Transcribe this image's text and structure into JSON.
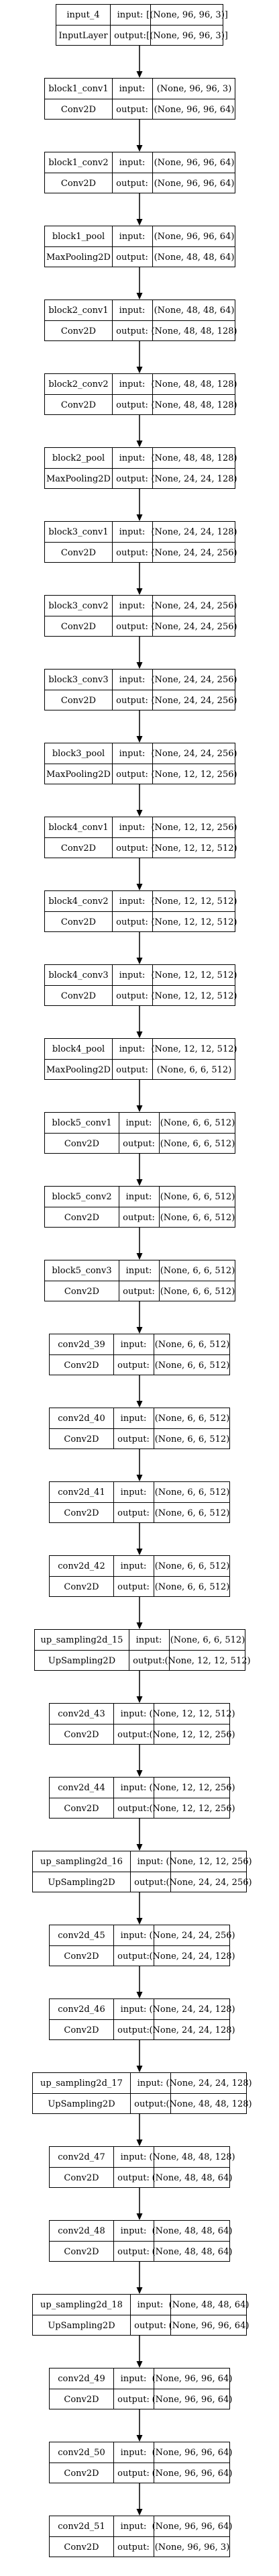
{
  "diagram": {
    "labels": {
      "input": "input:",
      "output": "output:"
    },
    "layers": [
      {
        "name": "input_4",
        "type": "InputLayer",
        "input": "[(None, 96, 96, 3)]",
        "output": "[(None, 96, 96, 3)]"
      },
      {
        "name": "block1_conv1",
        "type": "Conv2D",
        "input": "(None, 96, 96, 3)",
        "output": "(None, 96, 96, 64)"
      },
      {
        "name": "block1_conv2",
        "type": "Conv2D",
        "input": "(None, 96, 96, 64)",
        "output": "(None, 96, 96, 64)"
      },
      {
        "name": "block1_pool",
        "type": "MaxPooling2D",
        "input": "(None, 96, 96, 64)",
        "output": "(None, 48, 48, 64)"
      },
      {
        "name": "block2_conv1",
        "type": "Conv2D",
        "input": "(None, 48, 48, 64)",
        "output": "(None, 48, 48, 128)"
      },
      {
        "name": "block2_conv2",
        "type": "Conv2D",
        "input": "(None, 48, 48, 128)",
        "output": "(None, 48, 48, 128)"
      },
      {
        "name": "block2_pool",
        "type": "MaxPooling2D",
        "input": "(None, 48, 48, 128)",
        "output": "(None, 24, 24, 128)"
      },
      {
        "name": "block3_conv1",
        "type": "Conv2D",
        "input": "(None, 24, 24, 128)",
        "output": "(None, 24, 24, 256)"
      },
      {
        "name": "block3_conv2",
        "type": "Conv2D",
        "input": "(None, 24, 24, 256)",
        "output": "(None, 24, 24, 256)"
      },
      {
        "name": "block3_conv3",
        "type": "Conv2D",
        "input": "(None, 24, 24, 256)",
        "output": "(None, 24, 24, 256)"
      },
      {
        "name": "block3_pool",
        "type": "MaxPooling2D",
        "input": "(None, 24, 24, 256)",
        "output": "(None, 12, 12, 256)"
      },
      {
        "name": "block4_conv1",
        "type": "Conv2D",
        "input": "(None, 12, 12, 256)",
        "output": "(None, 12, 12, 512)"
      },
      {
        "name": "block4_conv2",
        "type": "Conv2D",
        "input": "(None, 12, 12, 512)",
        "output": "(None, 12, 12, 512)"
      },
      {
        "name": "block4_conv3",
        "type": "Conv2D",
        "input": "(None, 12, 12, 512)",
        "output": "(None, 12, 12, 512)"
      },
      {
        "name": "block4_pool",
        "type": "MaxPooling2D",
        "input": "(None, 12, 12, 512)",
        "output": "(None, 6, 6, 512)"
      },
      {
        "name": "block5_conv1",
        "type": "Conv2D",
        "input": "(None, 6, 6, 512)",
        "output": "(None, 6, 6, 512)"
      },
      {
        "name": "block5_conv2",
        "type": "Conv2D",
        "input": "(None, 6, 6, 512)",
        "output": "(None, 6, 6, 512)"
      },
      {
        "name": "block5_conv3",
        "type": "Conv2D",
        "input": "(None, 6, 6, 512)",
        "output": "(None, 6, 6, 512)"
      },
      {
        "name": "conv2d_39",
        "type": "Conv2D",
        "input": "(None, 6, 6, 512)",
        "output": "(None, 6, 6, 512)"
      },
      {
        "name": "conv2d_40",
        "type": "Conv2D",
        "input": "(None, 6, 6, 512)",
        "output": "(None, 6, 6, 512)"
      },
      {
        "name": "conv2d_41",
        "type": "Conv2D",
        "input": "(None, 6, 6, 512)",
        "output": "(None, 6, 6, 512)"
      },
      {
        "name": "conv2d_42",
        "type": "Conv2D",
        "input": "(None, 6, 6, 512)",
        "output": "(None, 6, 6, 512)"
      },
      {
        "name": "up_sampling2d_15",
        "type": "UpSampling2D",
        "input": "(None, 6, 6, 512)",
        "output": "(None, 12, 12, 512)"
      },
      {
        "name": "conv2d_43",
        "type": "Conv2D",
        "input": "(None, 12, 12, 512)",
        "output": "(None, 12, 12, 256)"
      },
      {
        "name": "conv2d_44",
        "type": "Conv2D",
        "input": "(None, 12, 12, 256)",
        "output": "(None, 12, 12, 256)"
      },
      {
        "name": "up_sampling2d_16",
        "type": "UpSampling2D",
        "input": "(None, 12, 12, 256)",
        "output": "(None, 24, 24, 256)"
      },
      {
        "name": "conv2d_45",
        "type": "Conv2D",
        "input": "(None, 24, 24, 256)",
        "output": "(None, 24, 24, 128)"
      },
      {
        "name": "conv2d_46",
        "type": "Conv2D",
        "input": "(None, 24, 24, 128)",
        "output": "(None, 24, 24, 128)"
      },
      {
        "name": "up_sampling2d_17",
        "type": "UpSampling2D",
        "input": "(None, 24, 24, 128)",
        "output": "(None, 48, 48, 128)"
      },
      {
        "name": "conv2d_47",
        "type": "Conv2D",
        "input": "(None, 48, 48, 128)",
        "output": "(None, 48, 48, 64)"
      },
      {
        "name": "conv2d_48",
        "type": "Conv2D",
        "input": "(None, 48, 48, 64)",
        "output": "(None, 48, 48, 64)"
      },
      {
        "name": "up_sampling2d_18",
        "type": "UpSampling2D",
        "input": "(None, 48, 48, 64)",
        "output": "(None, 96, 96, 64)"
      },
      {
        "name": "conv2d_49",
        "type": "Conv2D",
        "input": "(None, 96, 96, 64)",
        "output": "(None, 96, 96, 64)"
      },
      {
        "name": "conv2d_50",
        "type": "Conv2D",
        "input": "(None, 96, 96, 64)",
        "output": "(None, 96, 96, 64)"
      },
      {
        "name": "conv2d_51",
        "type": "Conv2D",
        "input": "(None, 96, 96, 64)",
        "output": "(None, 96, 96, 3)"
      }
    ]
  }
}
